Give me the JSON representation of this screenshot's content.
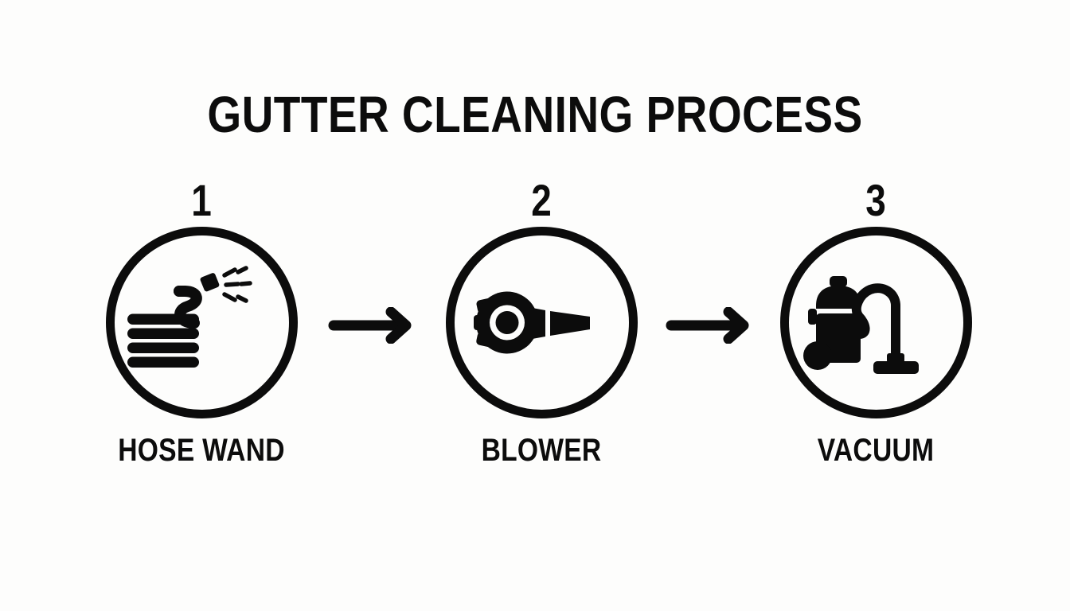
{
  "title": "GUTTER CLEANING PROCESS",
  "theme": {
    "background": "#fdfdfc",
    "ink": "#0c0c0c"
  },
  "steps": [
    {
      "number": "1",
      "label": "HOSE WAND",
      "icon": "hose-wand-icon"
    },
    {
      "number": "2",
      "label": "BLOWER",
      "icon": "leaf-blower-icon"
    },
    {
      "number": "3",
      "label": "VACUUM",
      "icon": "vacuum-cleaner-icon"
    }
  ],
  "connectors": [
    {
      "name": "arrow-right-icon"
    },
    {
      "name": "arrow-right-icon"
    }
  ]
}
